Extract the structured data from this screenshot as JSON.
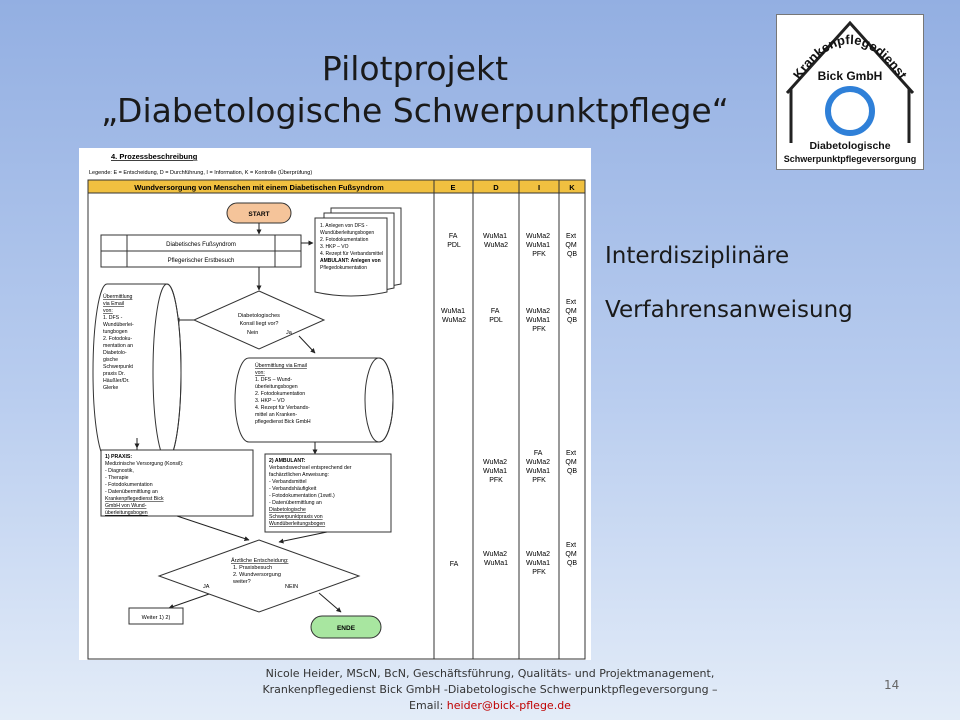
{
  "slide": {
    "title_line1": "Pilotprojekt",
    "title_line2": "„Diabetologische Schwerpunktpflege“",
    "side_line1": "Interdisziplinäre",
    "side_line2": "Verfahrensanweisung",
    "page_number": "14"
  },
  "logo": {
    "arc_text": "Krankenpflegedienst",
    "company": "Bick GmbH",
    "line1": "Diabetologische",
    "line2": "Schwerpunktpflegeversorgung",
    "ring_color": "#2f80d8"
  },
  "document": {
    "section": "4.   Prozessbeschreibung",
    "legend": "Legende: E = Entscheidung, D = Durchführung, I = Information, K = Kontrolle (Überprüfung)",
    "table_header": "Wundversorgung von Menschen mit einem Diabetischen Fußsyndrom",
    "col_e": "E",
    "col_d": "D",
    "col_i": "I",
    "col_k": "K",
    "start": "START",
    "box_dfs": "Diabetisches Fußsyndrom",
    "box_erst": "Pflegerischer Erstbesuch",
    "doc_list": [
      "1. Anlegen von DFS -",
      "Wundüberleitungsbogen",
      "2. Fotodokumentation",
      "3. HKP – VO",
      "4. Rezept für Verbandsmittel",
      "AMBULANT: Anlegen von",
      "Pflegedokumentation"
    ],
    "decision1": [
      "Diabetologisches",
      "Konsil liegt vor?"
    ],
    "nein": "Nein",
    "ja": "Ja",
    "cyl_left": [
      "Übermittlung",
      "via Email",
      "von:",
      "1. DFS -",
      "Wundüberlei-",
      "tungbogen",
      "2. Fotodoku-",
      "mentation an",
      "Diabetolo-",
      "gische",
      "Schwerpunkt",
      "praxis Dr.",
      "Häußler/Dr.",
      "Glerke"
    ],
    "cyl_right": [
      "Übermittlung via Email",
      "von:",
      "1. DFS – Wund-",
      "überleitungsbogen",
      "2. Fotodokumentation",
      "3. HKP – VO",
      "4. Rezept für Verbands-",
      "mittel an Kranken-",
      "pflegedienst Bick GmbH"
    ],
    "praxis": [
      "1) PRAXIS:",
      "Medizinische Versorgung (Konsil):",
      "-        Diagnostik,",
      "-        Therapie",
      "-        Fotodokumentation",
      "-        Datenübermittlung an",
      "         Krankenpflegedienst Bick",
      "         GmbH von  Wund-",
      "         überleitungsbogen"
    ],
    "ambulant": [
      "2) AMBULANT:",
      "Verbandswechsel entsprechend der",
      "fachärztlichen Anweisung:",
      "-      Verbandsmittel",
      "-      Verbandshäufigkeit",
      "-      Fotodokumentation (1xwtl.)",
      "-      Datenübermittlung an",
      "       Diabetologische",
      "       Schwerpunktpraxis von",
      "       Wundüberleitungsbogen"
    ],
    "decision2": [
      "Ärztliche Entscheidung:",
      "1.   Praxisbesuch",
      "2.   Wundversorgung",
      "      weiter?"
    ],
    "ja_upper": "JA",
    "nein_upper": "NEIN",
    "weiter": "Weiter 1) 2)",
    "ende": "ENDE",
    "rows": [
      {
        "e": [
          "FA",
          "PDL"
        ],
        "d": [
          "WuMa1",
          "WuMa2"
        ],
        "i": [
          "WuMa2",
          "WuMa1",
          "PFK"
        ],
        "k": [
          "Ext",
          "QM",
          "QB"
        ]
      },
      {
        "e": [
          "WuMa1",
          "WuMa2"
        ],
        "d": [
          "FA",
          "PDL"
        ],
        "i": [
          "WuMa2",
          "WuMa1",
          "PFK"
        ],
        "k": [
          "Ext",
          "QM",
          "QB"
        ]
      },
      {
        "e": [],
        "d": [
          "WuMa2",
          "WuMa1",
          "PFK"
        ],
        "i": [
          "FA",
          "WuMa2",
          "WuMa1",
          "PFK"
        ],
        "k": [
          "Ext",
          "QM",
          "QB"
        ]
      },
      {
        "e": [
          "FA"
        ],
        "d": [
          "WuMa2",
          "WuMa1"
        ],
        "i": [
          "WuMa2",
          "WuMa1",
          "PFK"
        ],
        "k": [
          "Ext",
          "QM",
          "QB"
        ]
      }
    ]
  },
  "footer": {
    "line1": "Nicole Heider, MScN, BcN,  Geschäftsführung, Qualitäts-  und Projektmanagement,",
    "line2": "Krankenpflegedienst Bick GmbH -Diabetologische  Schwerpunktpflegeversorgung –",
    "email_label": "Email: ",
    "email": "heider@bick-pflege.de"
  }
}
